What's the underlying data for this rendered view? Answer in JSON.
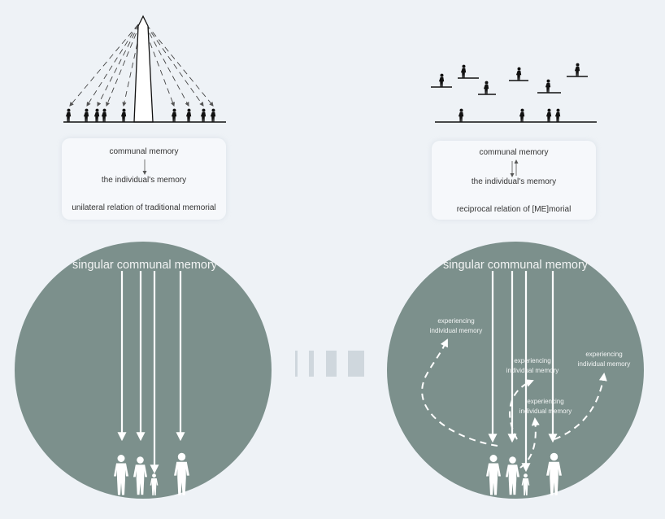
{
  "colors": {
    "background": "#eef2f6",
    "circle": "#7c908c",
    "box": "#f6f8fb",
    "ink": "#111111",
    "light": "#ffffff"
  },
  "left": {
    "box": {
      "top": "communal memory",
      "bottom": "the individual's memory",
      "caption": "unilateral relation of traditional memorial"
    },
    "circle_title": "singular communal memory"
  },
  "right": {
    "box": {
      "top": "communal memory",
      "bottom": "the individual's memory",
      "caption": "reciprocal relation of [ME]morial"
    },
    "circle_title": "singular communal memory",
    "experience_labels": [
      {
        "line1": "experiencing",
        "line2": "individual memory"
      },
      {
        "line1": "experiencing",
        "line2": "individual memory"
      },
      {
        "line1": "experiencing",
        "line2": "individual memory"
      },
      {
        "line1": "experiencing",
        "line2": "individual memory"
      }
    ]
  },
  "icons": [
    "obelisk-icon",
    "people-silhouettes-icon",
    "ledge-platform-icon",
    "arrow-icon"
  ]
}
